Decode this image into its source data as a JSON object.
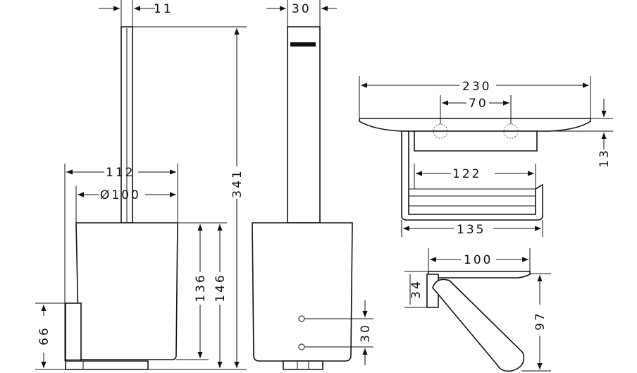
{
  "drawing": {
    "background": "#ffffff",
    "line_color": "#111111",
    "brush_holder": {
      "brush_handle_width": "11",
      "lid_width": "112",
      "body_diameter": "Ø100",
      "overall_height": "341",
      "body_height": "136",
      "body_height_total": "146",
      "foot_height": "66"
    },
    "side_view": {
      "handle_depth": "30",
      "mount_spacing": "30"
    },
    "shelf_top": {
      "shelf_width": "230",
      "hole_spacing": "70",
      "shelf_thickness": "13",
      "inner_width": "122",
      "bracket_width": "135"
    },
    "shelf_side": {
      "depth": "100",
      "bracket_height": "34",
      "total_height": "97"
    }
  }
}
